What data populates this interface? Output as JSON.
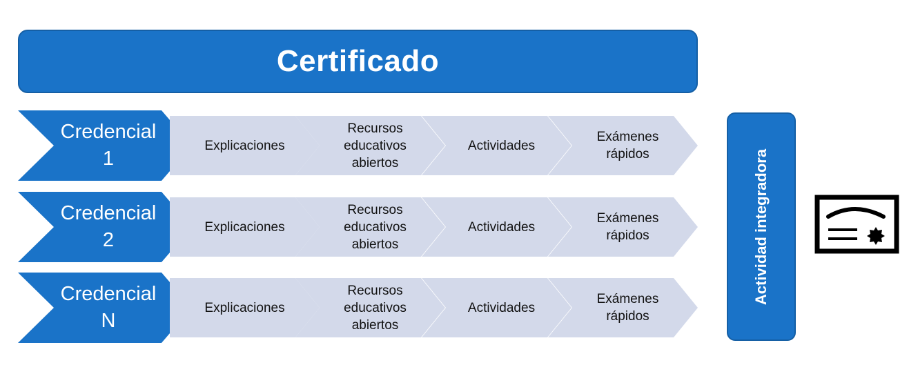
{
  "header": {
    "title": "Certificado"
  },
  "rows": [
    {
      "credential": "Credencial 1",
      "steps": [
        "Explicaciones",
        "Recursos educativos abiertos",
        "Actividades",
        "Exámenes rápidos"
      ]
    },
    {
      "credential": "Credencial 2",
      "steps": [
        "Explicaciones",
        "Recursos educativos abiertos",
        "Actividades",
        "Exámenes rápidos"
      ]
    },
    {
      "credential": "Credencial N",
      "steps": [
        "Explicaciones",
        "Recursos educativos abiertos",
        "Actividades",
        "Exámenes rápidos"
      ]
    }
  ],
  "side": {
    "label": "Actividad integradora"
  },
  "icon": {
    "name": "certificate-icon"
  },
  "colors": {
    "primary": "#1a73c8",
    "primary_border": "#155fa5",
    "step_fill": "#d3d9ea",
    "text_dark": "#111111",
    "icon": "#000000"
  }
}
